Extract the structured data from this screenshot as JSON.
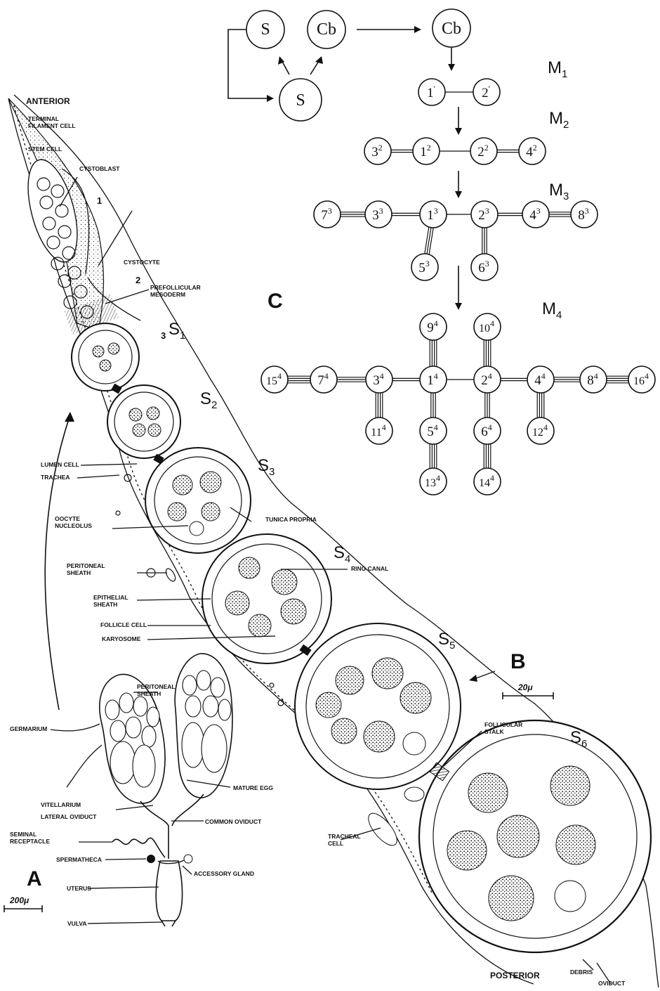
{
  "panels": {
    "a": "A",
    "b": "B",
    "c": "C"
  },
  "orientation": {
    "anterior": "ANTERIOR",
    "posterior": "POSTERIOR"
  },
  "scale_bars": {
    "a": "200μ",
    "b": "20μ"
  },
  "stages": {
    "s1": "S",
    "s1_sub": "1",
    "s2": "S",
    "s2_sub": "2",
    "s3": "S",
    "s3_sub": "3",
    "s4": "S",
    "s4_sub": "4",
    "s5": "S",
    "s5_sub": "5",
    "s6": "S",
    "s6_sub": "6"
  },
  "regions": {
    "r1": "1",
    "r2": "2",
    "r3": "3"
  },
  "labels_b": {
    "terminal_filament_cell": [
      "TERMINAL",
      "FILAMENT CELL"
    ],
    "stem_cell": "STEM CELL",
    "cystoblast": "CYSTOBLAST",
    "cystocyte": "CYSTOCYTE",
    "prefollicular_mesoderm": [
      "PREFOLLICULAR",
      "MESODERM"
    ],
    "lumen_cell": "LUMEN CELL",
    "trachea": "TRACHEA",
    "oocyte_nucleolus": [
      "OOCYTE",
      "NUCLEOLUS"
    ],
    "tunica_propria": "TUNICA PROPRIA",
    "peritoneal_sheath": [
      "PERITONEAL",
      "SHEATH"
    ],
    "ring_canal": "RING CANAL",
    "epithelial_sheath": [
      "EPITHELIAL",
      "SHEATH"
    ],
    "follicle_cell": "FOLLICLE CELL",
    "karyosome": "KARYOSOME",
    "follicular_stalk": [
      "FOLLICULAR",
      "STALK"
    ],
    "tracheal_cell": [
      "TRACHEAL",
      "CELL"
    ],
    "debris": "DEBRIS",
    "oviduct": "OVIDUCT"
  },
  "labels_a": {
    "peritoneal_sheath": [
      "PERITONEAL",
      "SHEATH"
    ],
    "germarium": "GERMARIUM",
    "mature_egg": "MATURE EGG",
    "vitellarium": "VITELLARIUM",
    "lateral_oviduct": "LATERAL OVIDUCT",
    "common_oviduct": "COMMON OVIDUCT",
    "seminal_receptacle": [
      "SEMINAL",
      "RECEPTACLE"
    ],
    "spermatheca": "SPERMATHECA",
    "accessory_gland": "ACCESSORY GLAND",
    "uterus": "UTERUS",
    "vulva": "VULVA"
  },
  "mitoses": {
    "m1": "M",
    "m1_sub": "1",
    "m2": "M",
    "m2_sub": "2",
    "m3": "M",
    "m3_sub": "3",
    "m4": "M",
    "m4_sub": "4"
  },
  "stem_nodes": {
    "s_top": "S",
    "cb_top": "Cb",
    "s_bottom": "S",
    "cb_right": "Cb"
  },
  "m1_nodes": [
    [
      "1",
      "'"
    ],
    [
      "2",
      "'"
    ]
  ],
  "m2_nodes": [
    [
      "3",
      "2"
    ],
    [
      "1",
      "2"
    ],
    [
      "2",
      "2"
    ],
    [
      "4",
      "2"
    ]
  ],
  "m3_nodes": [
    [
      "7",
      "3"
    ],
    [
      "3",
      "3"
    ],
    [
      "1",
      "3"
    ],
    [
      "2",
      "3"
    ],
    [
      "4",
      "3"
    ],
    [
      "8",
      "3"
    ],
    [
      "5",
      "3"
    ],
    [
      "6",
      "3"
    ]
  ],
  "m4_nodes": [
    [
      "15",
      "4"
    ],
    [
      "7",
      "4"
    ],
    [
      "3",
      "4"
    ],
    [
      "1",
      "4"
    ],
    [
      "2",
      "4"
    ],
    [
      "4",
      "4"
    ],
    [
      "8",
      "4"
    ],
    [
      "16",
      "4"
    ],
    [
      "9",
      "4"
    ],
    [
      "10",
      "4"
    ],
    [
      "11",
      "4"
    ],
    [
      "5",
      "4"
    ],
    [
      "6",
      "4"
    ],
    [
      "12",
      "4"
    ],
    [
      "13",
      "4"
    ],
    [
      "14",
      "4"
    ]
  ]
}
